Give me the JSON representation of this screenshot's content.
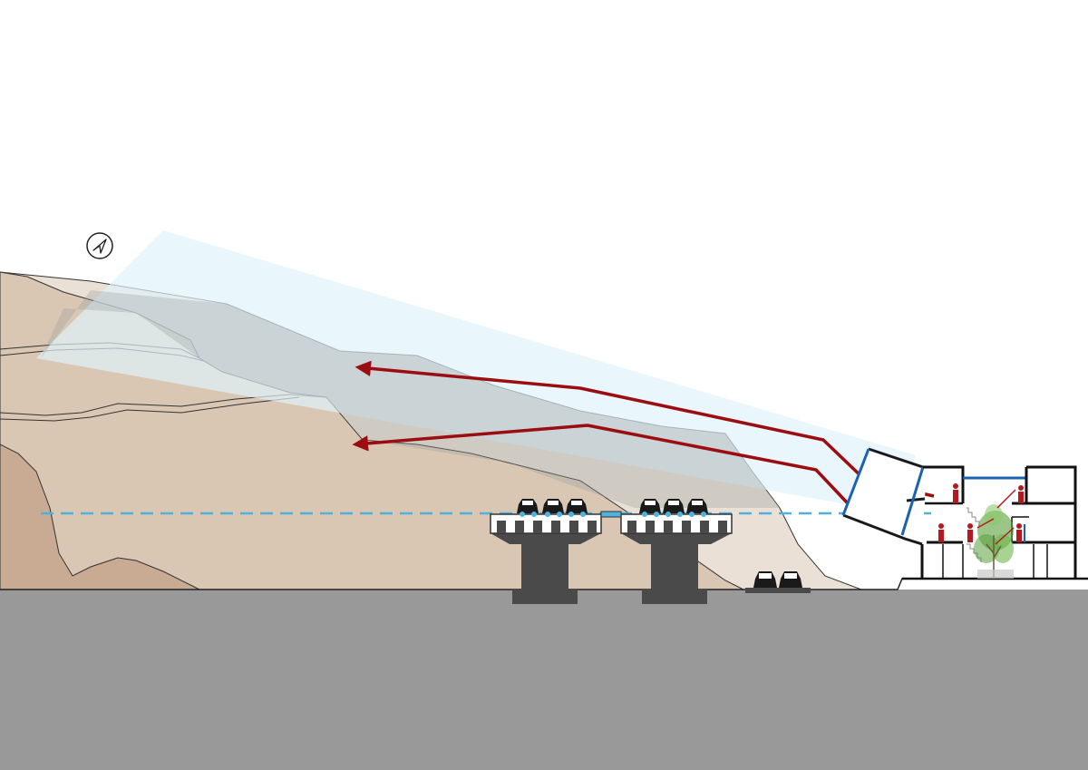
{
  "diagram": {
    "type": "architectural-section",
    "north_arrow_icon": "north-arrow-icon",
    "colors": {
      "background": "#ffffff",
      "ground": "#999999",
      "hill_dark": "#c9ab94",
      "hill_mid": "#d9c6b3",
      "hill_light": "#ebe0d5",
      "view_cone": "#dff2fb",
      "view_cone_overlay": "#cfd3d2",
      "sightline_arrow": "#9b0d10",
      "horizon_dash": "#4fb1dd",
      "glass_frame": "#1b62b2",
      "structure": "#4a4a4a",
      "occupant": "#b3191e",
      "tree": "#5aa03a",
      "car": "#1a1a1a"
    },
    "elements": [
      "north-arrow-icon",
      "hill-layers",
      "view-cone",
      "horizon-line",
      "sightline-upper",
      "sightline-lower",
      "elevated-highway",
      "street-cars",
      "building-section",
      "occupant-figures",
      "atrium-tree",
      "ground-plane"
    ]
  }
}
